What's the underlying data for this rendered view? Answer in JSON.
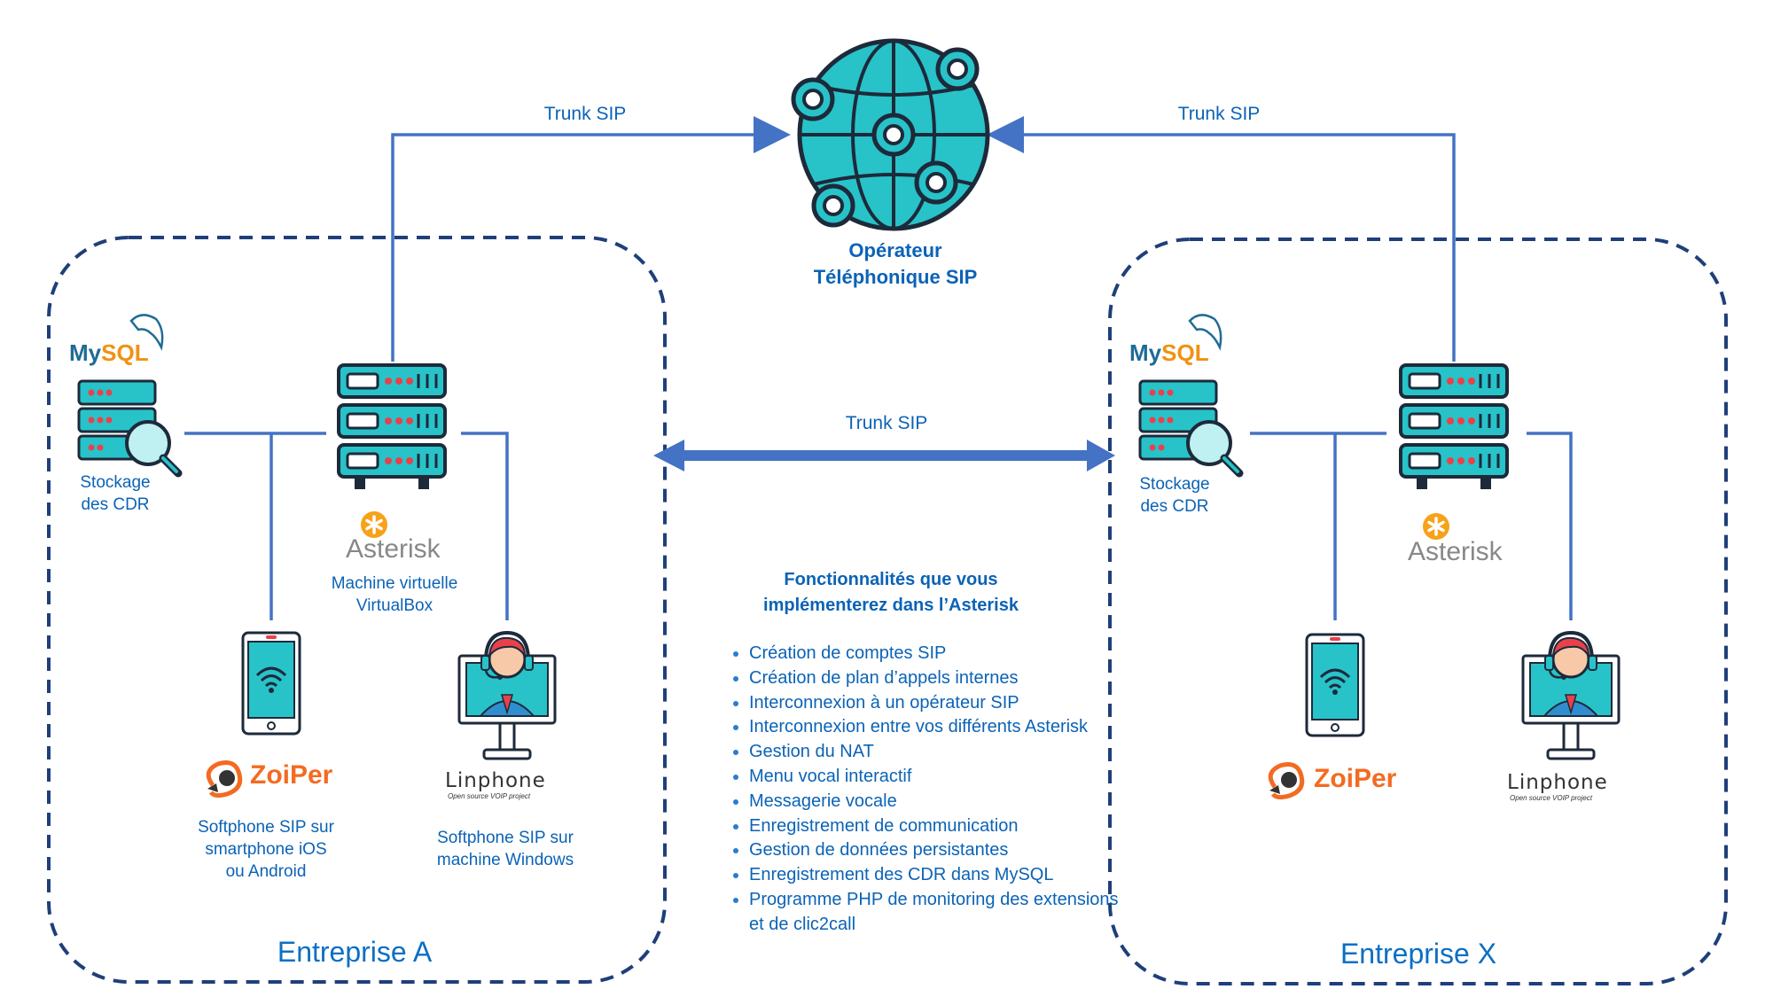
{
  "operator": {
    "label_line1": "Opérateur",
    "label_line2": "Téléphonique SIP"
  },
  "links": {
    "trunk_left": "Trunk SIP",
    "trunk_right": "Trunk SIP",
    "trunk_middle": "Trunk SIP"
  },
  "enterprise_a": {
    "title": "Entreprise A",
    "mysql_logo": "MySQL",
    "storage_line1": "Stockage",
    "storage_line2": "des CDR",
    "asterisk_logo": "Asterisk",
    "vm_line1": "Machine virtuelle",
    "vm_line2": "VirtualBox",
    "zoiper_logo": "ZoiPer",
    "softphone_mobile_line1": "Softphone SIP sur",
    "softphone_mobile_line2": "smartphone iOS",
    "softphone_mobile_line3": "ou Android",
    "linphone_logo": "Linphone",
    "linphone_tagline": "Open source VOIP project",
    "softphone_pc_line1": "Softphone SIP sur",
    "softphone_pc_line2": "machine Windows"
  },
  "enterprise_x": {
    "title": "Entreprise X",
    "mysql_logo": "MySQL",
    "storage_line1": "Stockage",
    "storage_line2": "des CDR",
    "asterisk_logo": "Asterisk",
    "zoiper_logo": "ZoiPer",
    "linphone_logo": "Linphone",
    "linphone_tagline": "Open source VOIP project"
  },
  "features": {
    "title_line1": "Fonctionnalités que vous",
    "title_line2": "implémenterez dans l’Asterisk",
    "items": [
      "Création de comptes SIP",
      "Création de plan d’appels internes",
      "Interconnexion à un opérateur SIP",
      "Interconnexion entre vos différents Asterisk",
      "Gestion du NAT",
      "Menu vocal interactif",
      "Messagerie vocale",
      "Enregistrement de communication",
      "Gestion de données persistantes",
      "Enregistrement des CDR dans MySQL",
      "Programme PHP de monitoring des extensions et de clic2call"
    ]
  },
  "colors": {
    "line_blue": "#4472c4",
    "dash_navy": "#1f3f7a",
    "teal": "#27c3c9",
    "text_blue": "#0b63b6",
    "zoiper_orange": "#f36b21"
  }
}
